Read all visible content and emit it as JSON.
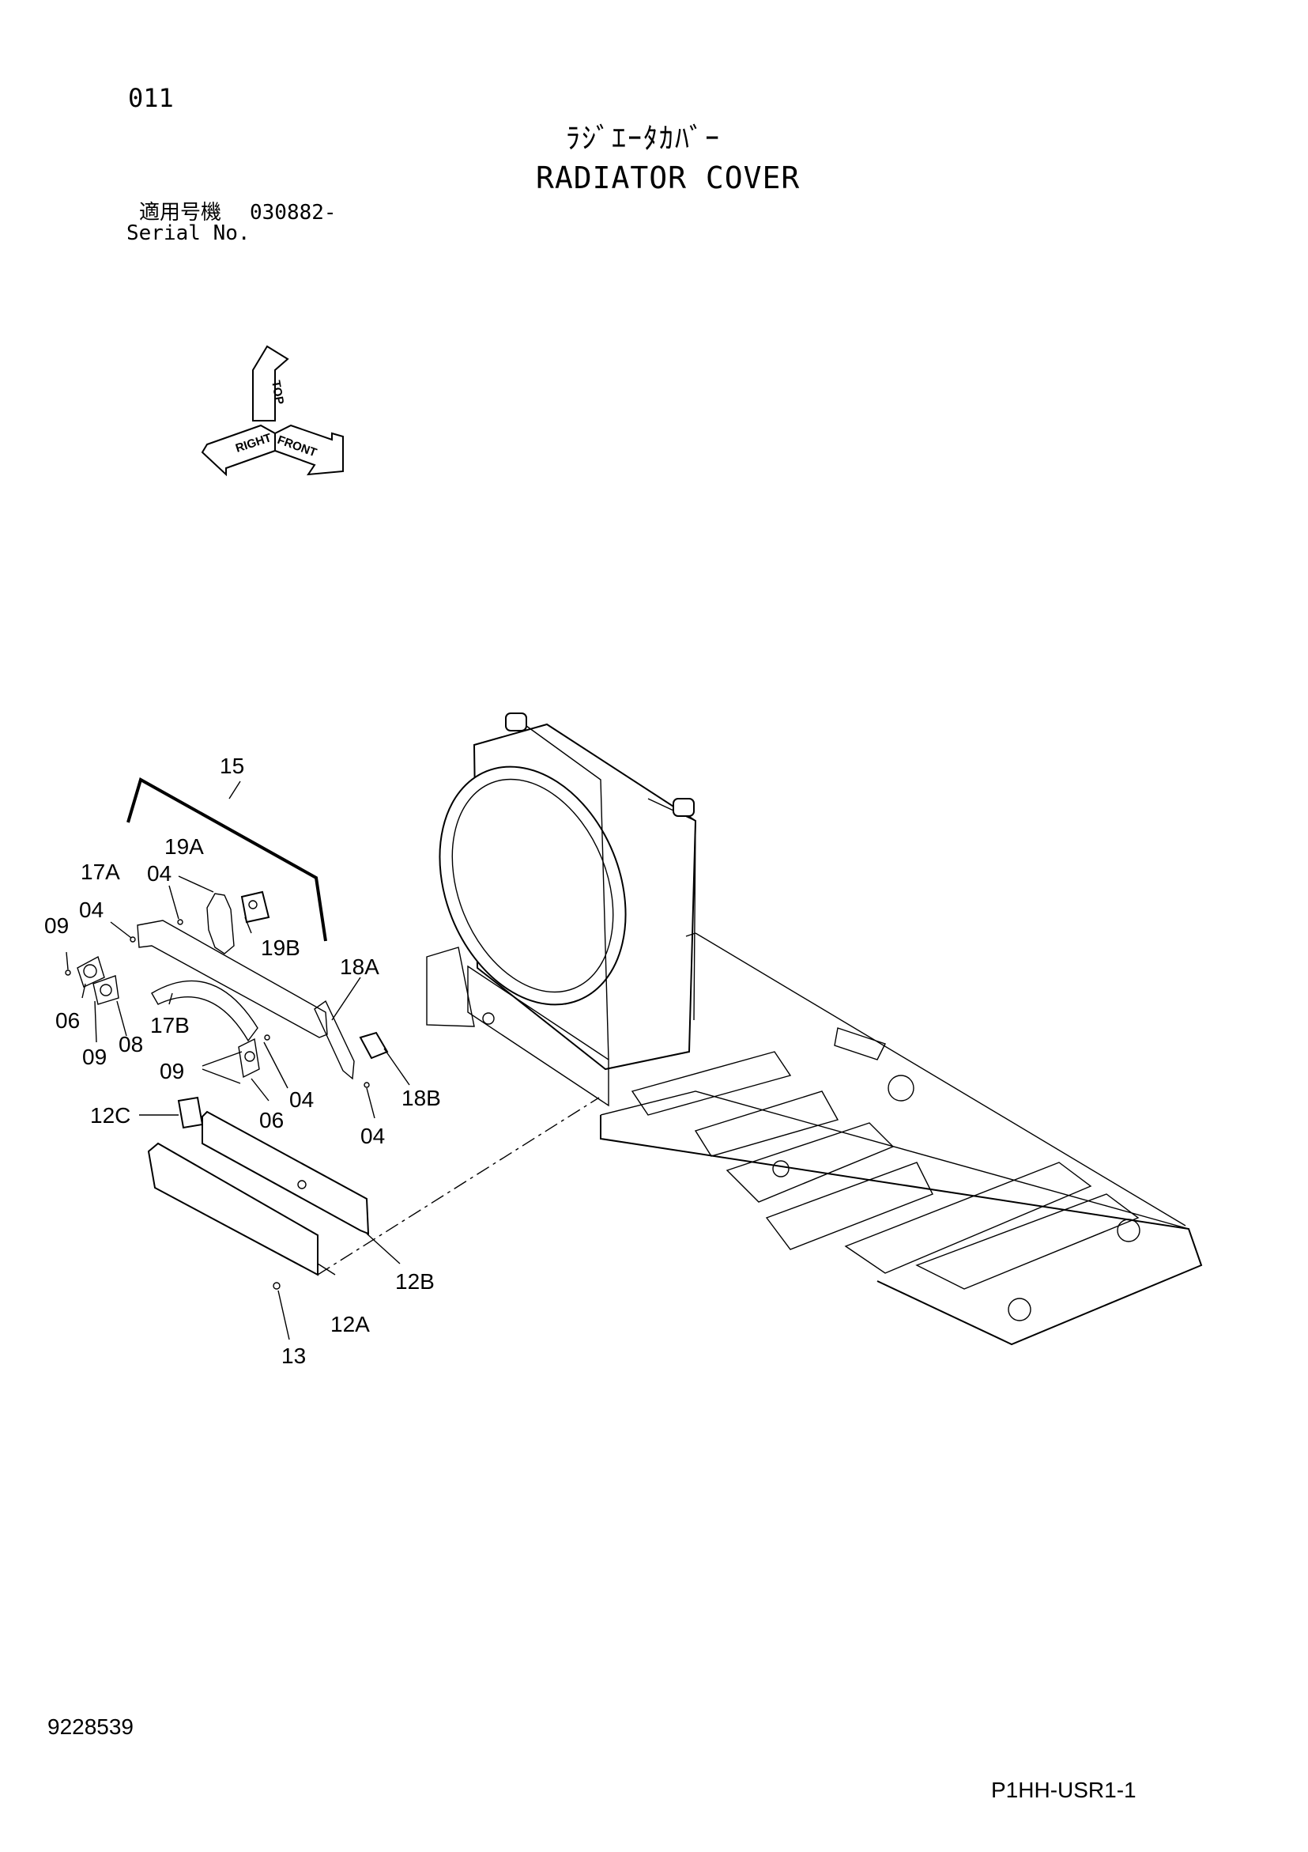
{
  "page_number": "011",
  "title_jp": "ﾗｼﾞｴｰﾀｶﾊﾞｰ",
  "title_en": "RADIATOR COVER",
  "serial": {
    "label_jp": "適用号機",
    "value": "030882-",
    "label_en": "Serial No."
  },
  "orientation": {
    "top": "TOP",
    "right": "RIGHT",
    "front": "FRONT"
  },
  "callouts": {
    "c15": "15",
    "c19A": "19A",
    "c17A": "17A",
    "c04a": "04",
    "c04b": "04",
    "c09a": "09",
    "c19B": "19B",
    "c18A": "18A",
    "c06a": "06",
    "c09b": "09",
    "c08": "08",
    "c17B": "17B",
    "c09c": "09",
    "c04c": "04",
    "c06b": "06",
    "c18B": "18B",
    "c04d": "04",
    "c12C": "12C",
    "c12B": "12B",
    "c12A": "12A",
    "c13": "13"
  },
  "reference_number": "9228539",
  "document_code": "P1HH-USR1-1"
}
